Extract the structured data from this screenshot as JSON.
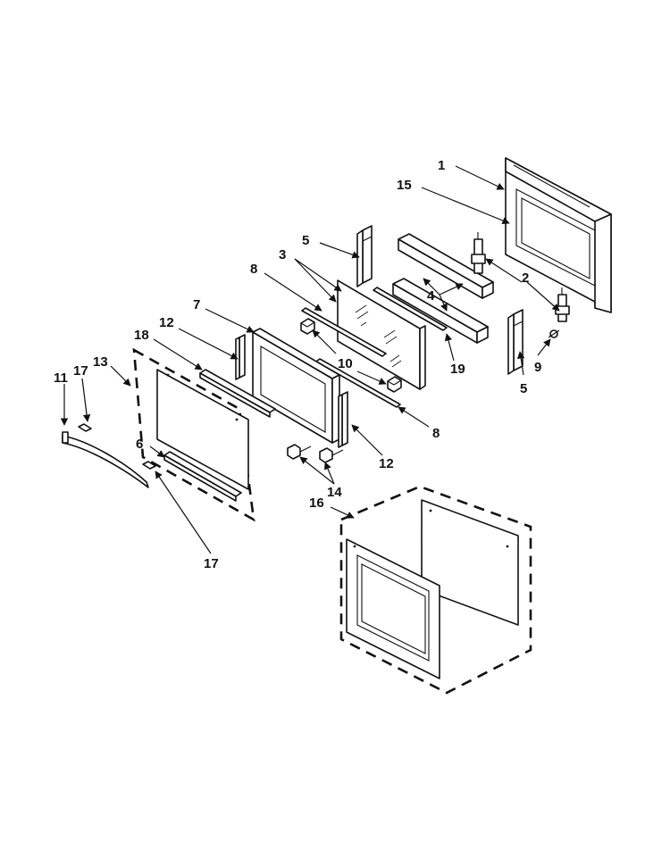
{
  "callouts": {
    "c1": "1",
    "c15": "15",
    "c5a": "5",
    "c5b": "5",
    "c3": "3",
    "c2": "2",
    "c4": "4",
    "c8a": "8",
    "c8b": "8",
    "c7": "7",
    "c12a": "12",
    "c12b": "12",
    "c18": "18",
    "c13": "13",
    "c11": "11",
    "c17a": "17",
    "c17b": "17",
    "c10": "10",
    "c19": "19",
    "c9": "9",
    "c6": "6",
    "c14": "14",
    "c16": "16"
  }
}
